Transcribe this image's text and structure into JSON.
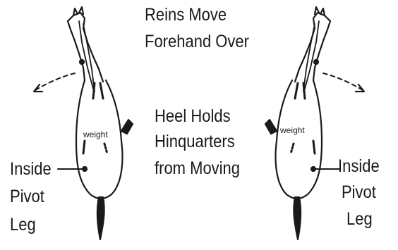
{
  "center_top": {
    "line1": "Reins Move",
    "line2": "Forehand Over"
  },
  "center_mid": {
    "line1": "Heel Holds",
    "line2": "Hinquarters",
    "line3": "from Moving"
  },
  "left_horse": {
    "weight_label": "weight",
    "pivot_label": {
      "line1": "Inside",
      "line2": "Pivot",
      "line3": "Leg"
    }
  },
  "right_horse": {
    "weight_label": "weight",
    "pivot_label": {
      "line1": "Inside",
      "line2": "Pivot",
      "line3": "Leg"
    }
  }
}
